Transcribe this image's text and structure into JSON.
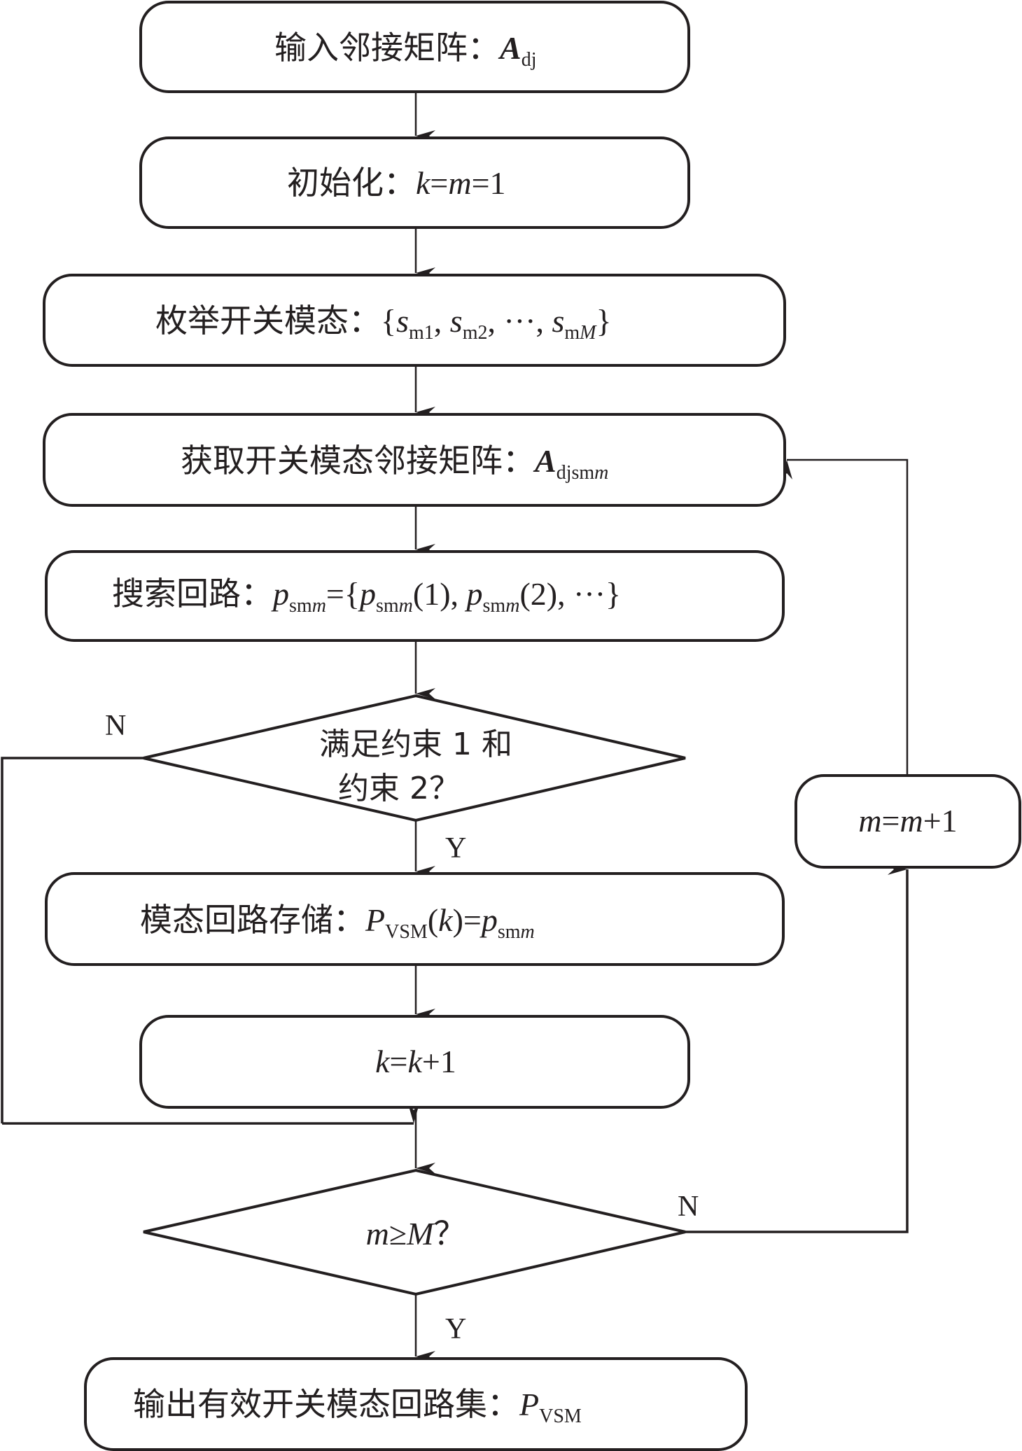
{
  "diagram": {
    "type": "flowchart",
    "colors": {
      "stroke": "#231f20",
      "background": "#ffffff"
    },
    "nodes": [
      {
        "id": "input",
        "shape": "rounded-rect",
        "label": "输入邻接矩阵：",
        "math": {
          "main": "A",
          "sub": "dj"
        }
      },
      {
        "id": "init",
        "shape": "rounded-rect",
        "label": "初始化：",
        "math": {
          "expr": "k=m=1"
        }
      },
      {
        "id": "enumerate",
        "shape": "rounded-rect",
        "label": "枚举开关模态：",
        "math": {
          "expr": "{s_m1, s_m2, ···, s_mM}"
        }
      },
      {
        "id": "get-matrix",
        "shape": "rounded-rect",
        "label": "获取开关模态邻接矩阵：",
        "math": {
          "main": "A",
          "sub": "djsmm"
        }
      },
      {
        "id": "search",
        "shape": "rounded-rect",
        "label": "搜索回路：",
        "math": {
          "expr": "p_smm={p_smm(1), p_smm(2), ···}"
        }
      },
      {
        "id": "check-constraints",
        "shape": "diamond",
        "label_line1": "满足约束 1 和",
        "label_line2": "约束 2？"
      },
      {
        "id": "store",
        "shape": "rounded-rect",
        "label": "模态回路存储：",
        "math": {
          "expr": "P_VSM(k)=p_smm"
        }
      },
      {
        "id": "inc-k",
        "shape": "rounded-rect",
        "math": {
          "expr": "k=k+1"
        }
      },
      {
        "id": "check-m",
        "shape": "diamond",
        "math": {
          "expr": "m≥M？"
        }
      },
      {
        "id": "inc-m",
        "shape": "rounded-rect",
        "math": {
          "expr": "m=m+1"
        }
      },
      {
        "id": "output",
        "shape": "rounded-rect",
        "label": "输出有效开关模态回路集：",
        "math": {
          "main": "P",
          "sub": "VSM"
        }
      }
    ],
    "edge_labels": {
      "constraints_no": "N",
      "constraints_yes": "Y",
      "m_no": "N",
      "m_yes": "Y"
    },
    "text": {
      "n1_label": "输入邻接矩阵：",
      "n1_A": "A",
      "n1_sub": "dj",
      "n2_label": "初始化：",
      "n2_k": "k",
      "n2_eq1": "=",
      "n2_m": "m",
      "n2_rest": "=1",
      "n3_label": "枚举开关模态：",
      "n3_open": "{",
      "n3_s": "s",
      "n3_sub1": "m1",
      "n3_sub2": "m2",
      "n3_subM_m": "m",
      "n3_subM_M": "M",
      "n3_comma": ", ",
      "n3_dots": "···",
      "n3_close": "}",
      "n4_label": "获取开关模态邻接矩阵：",
      "n4_A": "A",
      "n4_sub": "djsm",
      "n4_sub_m": "m",
      "n5_label": "搜索回路：",
      "n5_p": "p",
      "n5_sub": "sm",
      "n5_sub_m": "m",
      "n5_eq": "={",
      "n5_one": "(1), ",
      "n5_two": "(2), ",
      "n5_dots": "···",
      "n5_close": "}",
      "d1_line1": "满足约束 1 和",
      "d1_line2": "约束 2？",
      "n6_label": "模态回路存储：",
      "n6_P": "P",
      "n6_sub": "VSM",
      "n6_open": "(",
      "n6_k": "k",
      "n6_close": ")=",
      "n6_p": "p",
      "n6_psub": "sm",
      "n6_psub_m": "m",
      "n7_k1": "k",
      "n7_eq": "=",
      "n7_k2": "k",
      "n7_rest": "+1",
      "d2_m": "m",
      "d2_ge": "≥",
      "d2_M": "M",
      "d2_q": "？",
      "n8_m1": "m",
      "n8_eq": "=",
      "n8_m2": "m",
      "n8_rest": "+1",
      "n9_label": "输出有效开关模态回路集：",
      "n9_P": "P",
      "n9_sub": "VSM",
      "N": "N",
      "Y": "Y"
    }
  }
}
